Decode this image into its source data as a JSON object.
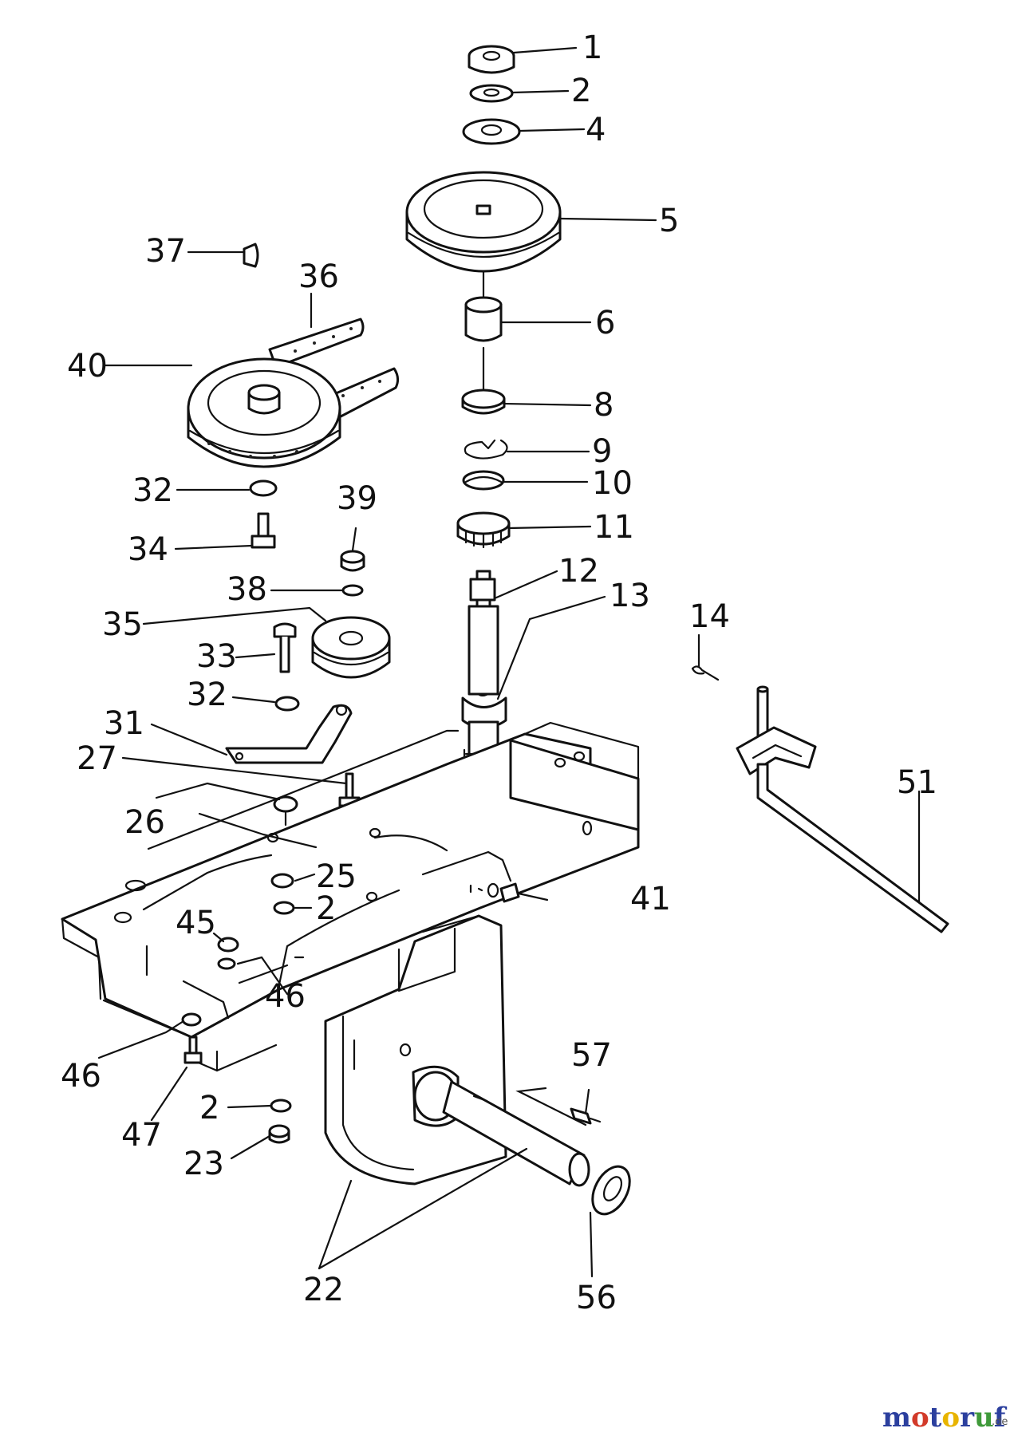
{
  "watermark": {
    "brand": "motoruf",
    "suffix": ".de",
    "letters": [
      "m",
      "o",
      "t",
      "o",
      "r",
      "u",
      "f"
    ],
    "letter_colors": [
      "#2b3f9e",
      "#d23a2a",
      "#2b3f9e",
      "#e8b400",
      "#2b3f9e",
      "#3f9a3a",
      "#2b3f9e"
    ]
  },
  "labels": {
    "1": "1",
    "2": "2",
    "4": "4",
    "5": "5",
    "6": "6",
    "8": "8",
    "9": "9",
    "10": "10",
    "11": "11",
    "12": "12",
    "13": "13",
    "14": "14",
    "22": "22",
    "23": "23",
    "25": "25",
    "26": "26",
    "27": "27",
    "31": "31",
    "32": "32",
    "33": "33",
    "34": "34",
    "35": "35",
    "36": "36",
    "37": "37",
    "38": "38",
    "39": "39",
    "40": "40",
    "41": "41",
    "45": "45",
    "46": "46",
    "47": "47",
    "51": "51",
    "56": "56",
    "57": "57"
  }
}
